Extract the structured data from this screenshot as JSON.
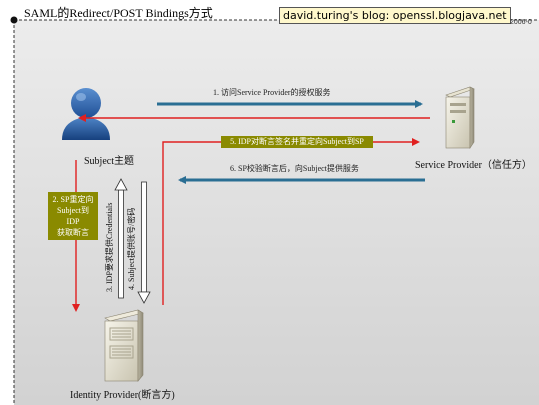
{
  "title": "SAML的Redirect/POST Bindings方式",
  "watermark": "david.turing's blog: openssl.blogjava.net",
  "date_fragment": "2006-0",
  "actors": {
    "subject": "Subject主题",
    "service_provider": "Service Provider（信任方）",
    "identity_provider": "Identity Provider(断言方)"
  },
  "steps": {
    "step1": "1. 访问Service Provider的授权服务",
    "step2_lines": [
      "2. SP重定向",
      "Subject到",
      "IDP",
      "获取断言"
    ],
    "step3": "3. IDP要求提供Credentials",
    "step4": "4. Subject提供账号/密码",
    "step5": "5. IDP对断言签名并重定向Subject到SP",
    "step6": "6. SP校验断言后，向Subject提供服务"
  },
  "colors": {
    "blue_arrow": "#2a6e93",
    "red_arrow": "#e02020",
    "step_box": "#8a8a00"
  }
}
